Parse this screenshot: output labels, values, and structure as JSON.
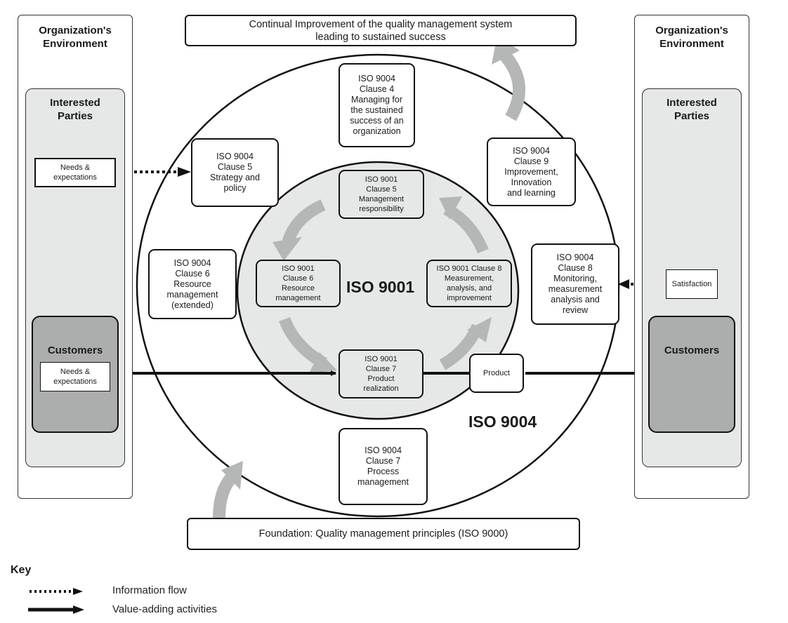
{
  "diagram": {
    "title_top": "Continual Improvement of the quality management system\nleading to sustained success",
    "foundation": "Foundation: Quality management principles (ISO 9000)",
    "outer_label": "ISO 9004",
    "inner_label": "ISO 9001",
    "left_environment": {
      "title": "Organization's\nEnvironment",
      "interested_parties": "Interested\nParties",
      "ip_needs": "Needs &\nexpectations",
      "customers": "Customers",
      "customer_needs": "Needs &\nexpectations"
    },
    "right_environment": {
      "title": "Organization's\nEnvironment",
      "interested_parties": "Interested\nParties",
      "satisfaction": "Satisfaction",
      "customers": "Customers"
    },
    "iso9004_clauses": [
      {
        "id": "clause-4",
        "text": "ISO 9004\nClause 4\nManaging for\nthe sustained\nsuccess of an\norganization"
      },
      {
        "id": "clause-5",
        "text": "ISO 9004\nClause 5\nStrategy and\npolicy"
      },
      {
        "id": "clause-6",
        "text": "ISO 9004\nClause 6\nResource\nmanagement\n(extended)"
      },
      {
        "id": "clause-7",
        "text": "ISO 9004\nClause 7\nProcess\nmanagement"
      },
      {
        "id": "clause-8",
        "text": "ISO 9004\nClause 8\nMonitoring,\nmeasurement\nanalysis and\nreview"
      },
      {
        "id": "clause-9",
        "text": "ISO 9004\nClause 9\nImprovement,\nInnovation\nand learning"
      }
    ],
    "iso9001_clauses": [
      {
        "id": "clause-5",
        "text": "ISO 9001\nClause 5\nManagement\nresponsibility"
      },
      {
        "id": "clause-6",
        "text": "ISO 9001\nClause 6\nResource\nmanagement"
      },
      {
        "id": "clause-7",
        "text": "ISO 9001\nClause 7\nProduct\nrealization"
      },
      {
        "id": "clause-8",
        "text": "ISO 9001 Clause 8\nMeasurement,\nanalysis, and\nimprovement"
      }
    ],
    "product": "Product"
  },
  "key": {
    "title": "Key",
    "items": [
      {
        "type": "dotted-arrow",
        "label": "Information flow"
      },
      {
        "type": "solid-arrow",
        "label": "Value-adding activities"
      }
    ]
  },
  "colors": {
    "line": "#111111",
    "panel_grey": "#e6e7e7",
    "customer_grey": "#acadad",
    "cycle_arrow": "#b5b6b6"
  }
}
